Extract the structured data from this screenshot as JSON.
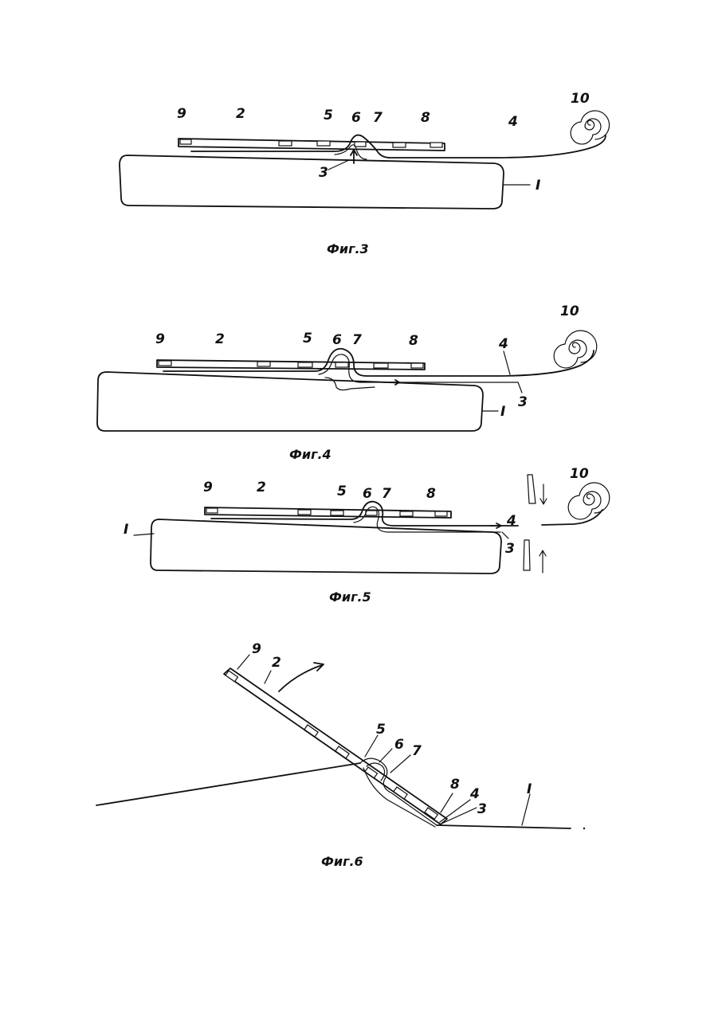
{
  "figures": [
    {
      "caption": "Фиг.3",
      "labels": {
        "n9": "9",
        "n2": "2",
        "n5": "5",
        "n6": "6",
        "n7": "7",
        "n8": "8",
        "n4": "4",
        "n10": "10",
        "n3": "3",
        "n1": "I"
      }
    },
    {
      "caption": "Фиг.4",
      "labels": {
        "n9": "9",
        "n2": "2",
        "n5": "5",
        "n6": "6",
        "n7": "7",
        "n8": "8",
        "n4": "4",
        "n10": "10",
        "n3": "3",
        "n1": "I"
      }
    },
    {
      "caption": "Фиг.5",
      "labels": {
        "n9": "9",
        "n2": "2",
        "n5": "5",
        "n6": "6",
        "n7": "7",
        "n8": "8",
        "n4": "4",
        "n10": "10",
        "n3": "3",
        "n1": "I"
      }
    },
    {
      "caption": "Фиг.6",
      "labels": {
        "n9": "9",
        "n2": "2",
        "n5": "5",
        "n6": "6",
        "n7": "7",
        "n8": "8",
        "n4": "4",
        "n3": "3",
        "n1": "I"
      }
    }
  ]
}
